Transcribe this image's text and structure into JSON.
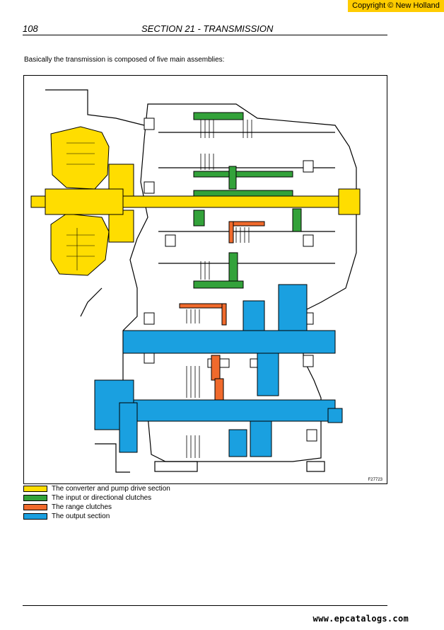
{
  "header": {
    "copyright": "Copyright © New Holland",
    "page_number": "108",
    "section_title": "SECTION 21 - TRANSMISSION"
  },
  "intro_text": "Basically the transmission is composed of five main assemblies:",
  "figure": {
    "code": "F27723"
  },
  "legend": [
    {
      "label": "The converter and pump drive section",
      "color": "#ffdd00"
    },
    {
      "label": "The input or directional clutches",
      "color": "#33a23a"
    },
    {
      "label": "The range clutches",
      "color": "#f06a2c"
    },
    {
      "label": "The output section",
      "color": "#1aa0e0"
    }
  ],
  "footer": {
    "url": "www.epcatalogs.com"
  }
}
